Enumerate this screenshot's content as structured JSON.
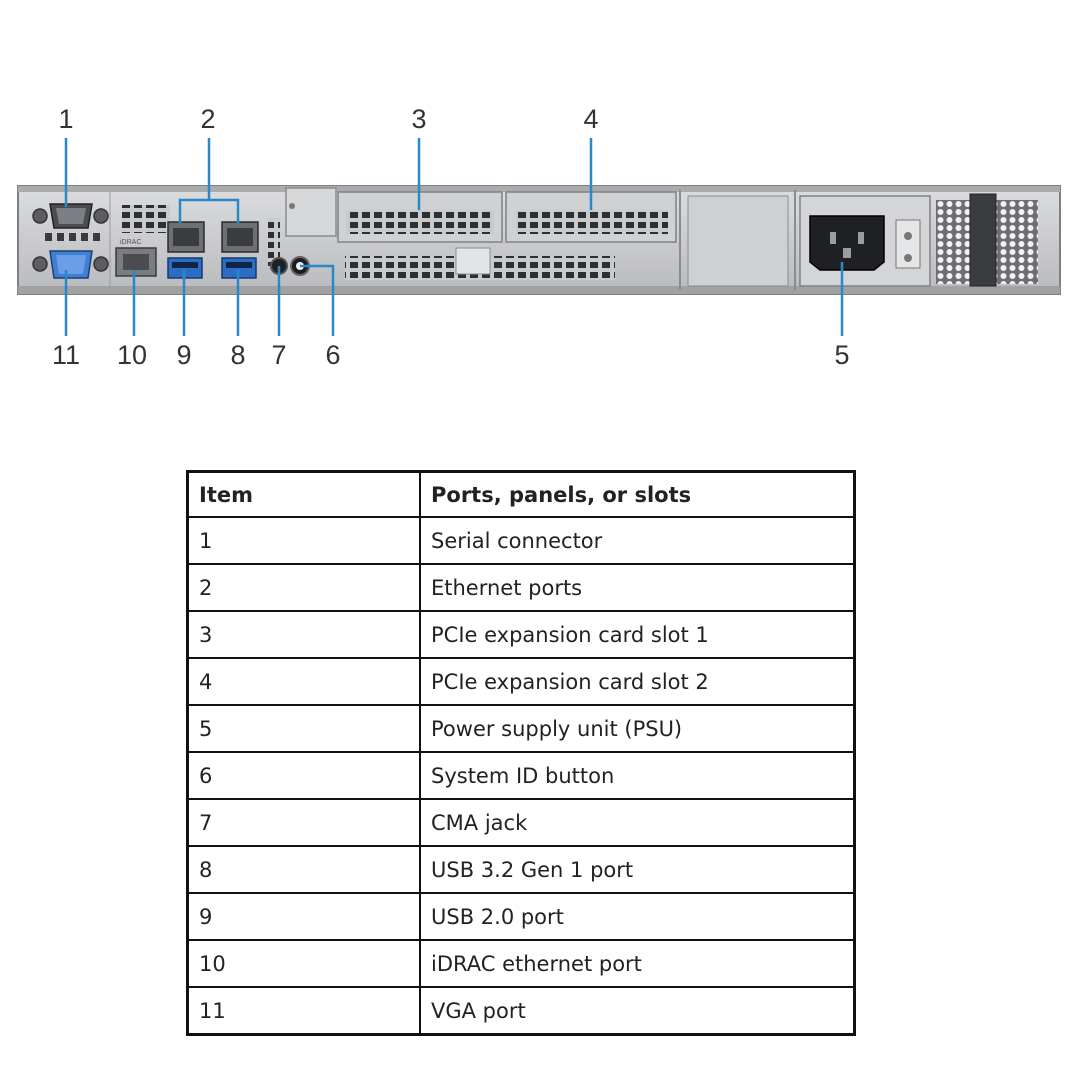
{
  "callouts": [
    {
      "num": "1",
      "label": "Serial connector"
    },
    {
      "num": "2",
      "label": "Ethernet ports"
    },
    {
      "num": "3",
      "label": "PCIe expansion card slot 1"
    },
    {
      "num": "4",
      "label": "PCIe expansion card slot 2"
    },
    {
      "num": "5",
      "label": "Power supply unit (PSU)"
    },
    {
      "num": "6",
      "label": "System ID button"
    },
    {
      "num": "7",
      "label": "CMA jack"
    },
    {
      "num": "8",
      "label": "USB 3.2 Gen 1 port"
    },
    {
      "num": "9",
      "label": "USB 2.0 port"
    },
    {
      "num": "10",
      "label": "iDRAC ethernet port"
    },
    {
      "num": "11",
      "label": "VGA port"
    }
  ],
  "panel_text": {
    "idrac": "iDRAC"
  },
  "table": {
    "headers": [
      "Item",
      "Ports, panels, or slots"
    ],
    "rows": [
      [
        "1",
        "Serial connector"
      ],
      [
        "2",
        "Ethernet ports"
      ],
      [
        "3",
        "PCIe expansion card slot 1"
      ],
      [
        "4",
        "PCIe expansion card slot 2"
      ],
      [
        "5",
        "Power supply unit (PSU)"
      ],
      [
        "6",
        "System ID button"
      ],
      [
        "7",
        "CMA jack"
      ],
      [
        "8",
        "USB 3.2 Gen 1 port"
      ],
      [
        "9",
        "USB 2.0 port"
      ],
      [
        "10",
        "iDRAC ethernet port"
      ],
      [
        "11",
        "VGA port"
      ]
    ]
  },
  "colors": {
    "chassis": "#c9cacc",
    "chassis_dark": "#8d8f93",
    "usb_blue": "#2b6cc4",
    "vga_blue": "#3f7fd6",
    "leader": "#2a87c8"
  }
}
